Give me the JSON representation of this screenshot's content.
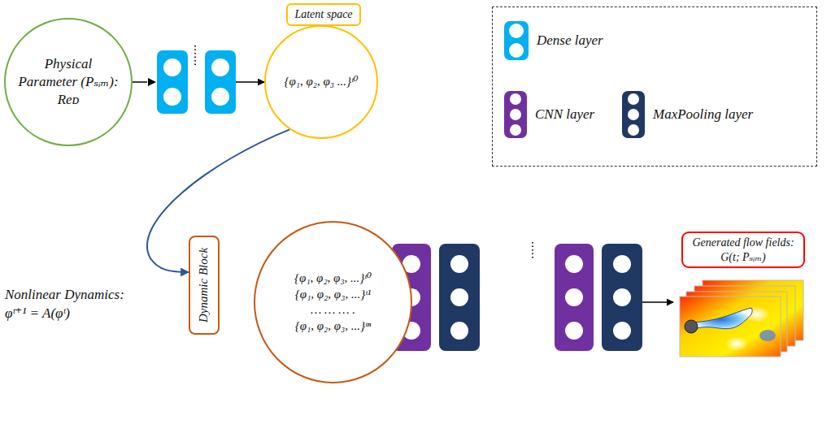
{
  "diagram": {
    "nodes": [
      {
        "text": [
          "Physical Parameter (Pₛᵢₘ): Reᴅ"
        ]
      },
      {
        "text": [
          "Latent space"
        ]
      },
      {
        "text": [
          "{φ₁, φ₂, φ₃ ...}ᵗ⁰"
        ]
      },
      {
        "text": [
          "Dynamic Block"
        ]
      },
      {
        "text": [
          "{φ₁, φ₂, φ₃, ...}ᵗ⁰",
          "{φ₁, φ₂, φ₃, ...}ᵗ¹",
          "… … … .",
          "{φ₁, φ₂, φ₃, ...}ᵗⁿ"
        ]
      },
      {
        "text": [
          "Generated flow fields: G(t; Pₛᵢₘ)"
        ]
      }
    ],
    "edges": [
      {
        "from": 0,
        "to": 2,
        "arrow": "to"
      },
      {
        "from": 2,
        "to": 3,
        "arrow": "to"
      },
      {
        "from": 4,
        "to": 5,
        "arrow": "to"
      }
    ],
    "labels": [
      "Nonlinear Dynamics: φᵗ⁺¹ = A(φᵗ)"
    ],
    "legend": [
      {
        "text": "Dense layer",
        "color": "#00b0f0"
      },
      {
        "text": "CNN layer",
        "color": "#7030a0"
      },
      {
        "text": "MaxPooling layer",
        "color": "#203864"
      }
    ]
  }
}
